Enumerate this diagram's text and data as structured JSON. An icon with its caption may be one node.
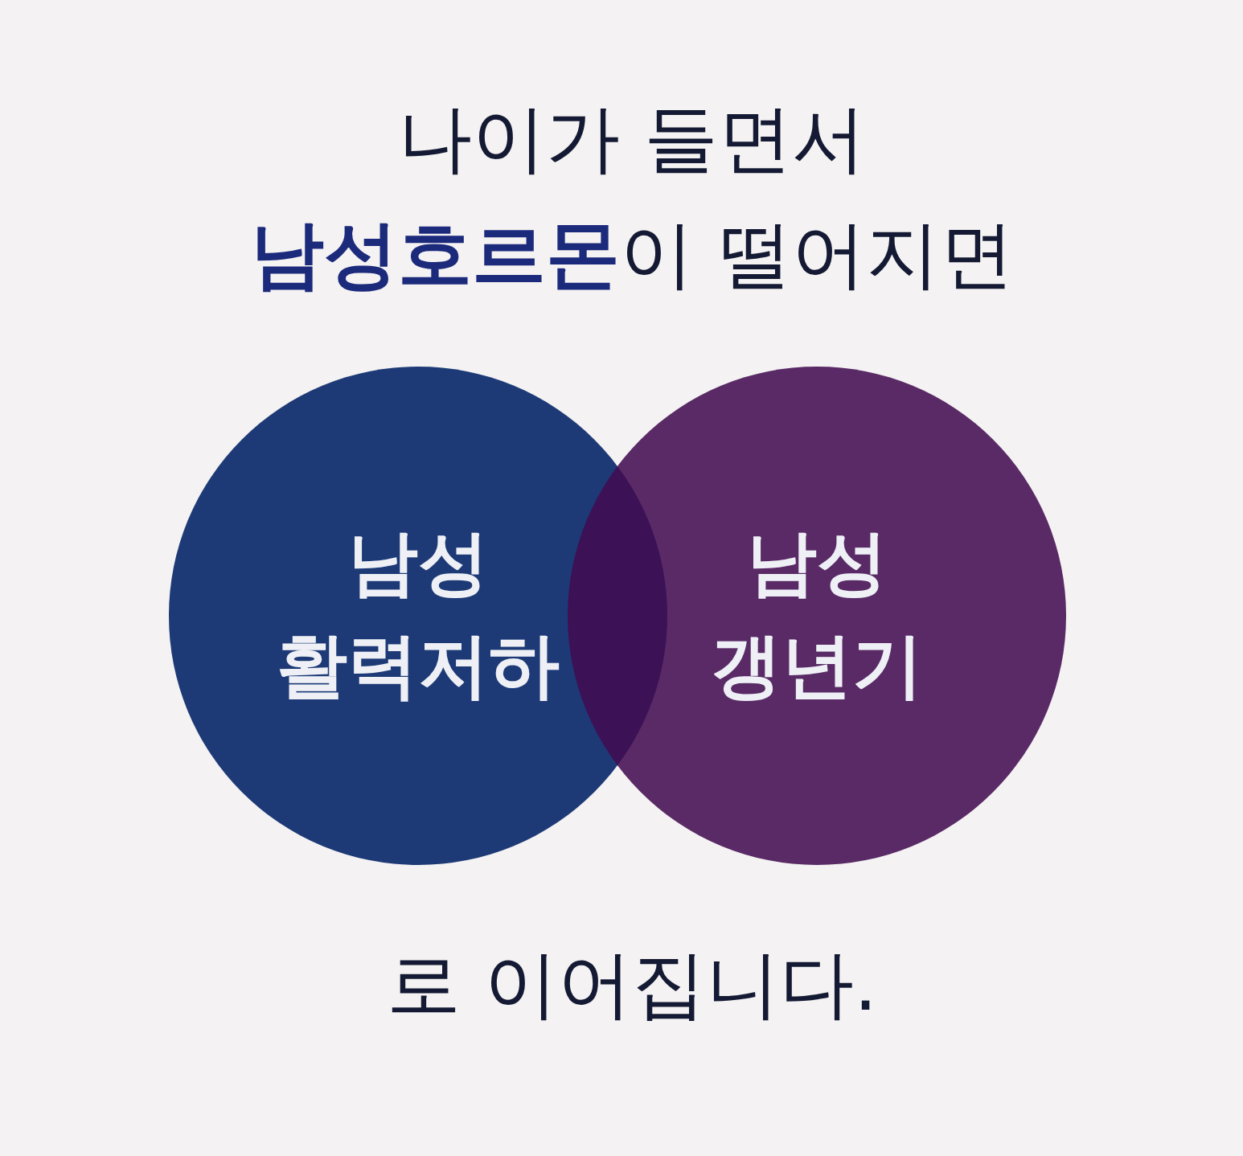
{
  "diagram": {
    "title": "나이가 들면서 **남성호르몬**이 떨어지면",
    "nodes": [
      {
        "text": [
          "남성 활력저하"
        ]
      },
      {
        "text": [
          "남성 갱년기"
        ]
      }
    ],
    "caption": "로 이어집니다."
  }
}
